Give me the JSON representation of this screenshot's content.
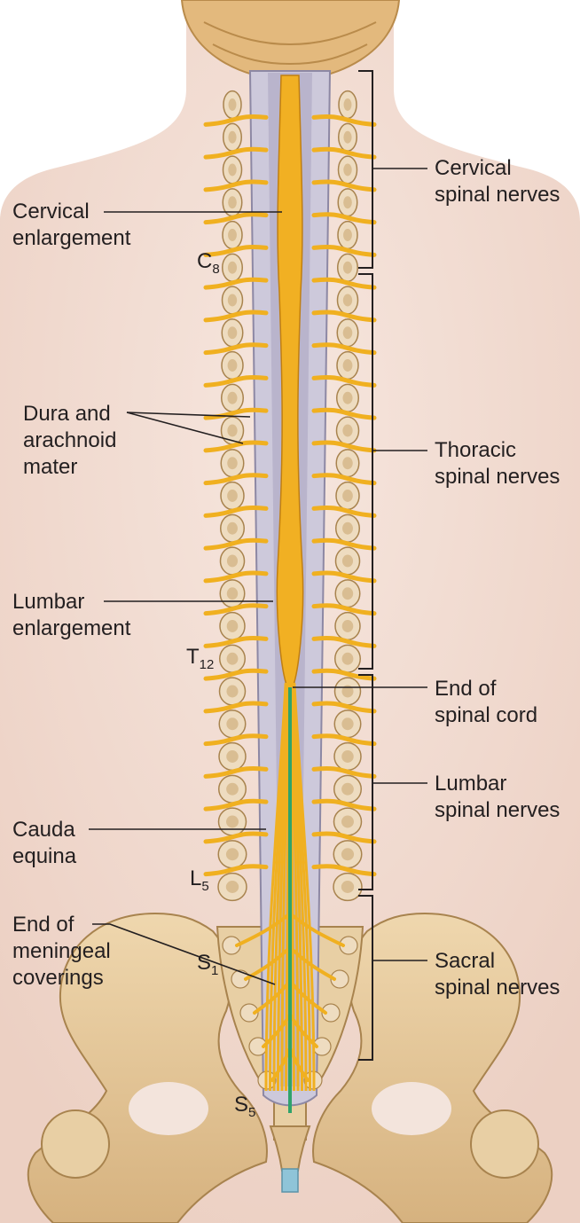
{
  "labels_left": {
    "cervical_enlargement": [
      "Cervical",
      "enlargement"
    ],
    "dura_arachnoid": [
      "Dura and",
      "arachnoid",
      "mater"
    ],
    "lumbar_enlargement": [
      "Lumbar",
      "enlargement"
    ],
    "cauda_equina": [
      "Cauda",
      "equina"
    ],
    "end_meningeal": [
      "End of",
      "meningeal",
      "coverings"
    ]
  },
  "labels_right": {
    "cervical_nerves": [
      "Cervical",
      "spinal nerves"
    ],
    "thoracic_nerves": [
      "Thoracic",
      "spinal nerves"
    ],
    "end_spinal_cord": [
      "End of",
      "spinal cord"
    ],
    "lumbar_nerves": [
      "Lumbar",
      "spinal nerves"
    ],
    "sacral_nerves": [
      "Sacral",
      "spinal nerves"
    ]
  },
  "levels": {
    "c8": {
      "letter": "C",
      "num": "8"
    },
    "t12": {
      "letter": "T",
      "num": "12"
    },
    "l5": {
      "letter": "L",
      "num": "5"
    },
    "s1": {
      "letter": "S",
      "num": "1"
    },
    "s5": {
      "letter": "S",
      "num": "5"
    }
  },
  "colors": {
    "skin": "#f2ddd3",
    "bone": "#e3c79b",
    "nerve": "#f0b020",
    "dura": "#c8c4d6",
    "filum": "#2fa36b",
    "coccyx_tip": "#8fc4d8",
    "leader": "#231f20"
  }
}
